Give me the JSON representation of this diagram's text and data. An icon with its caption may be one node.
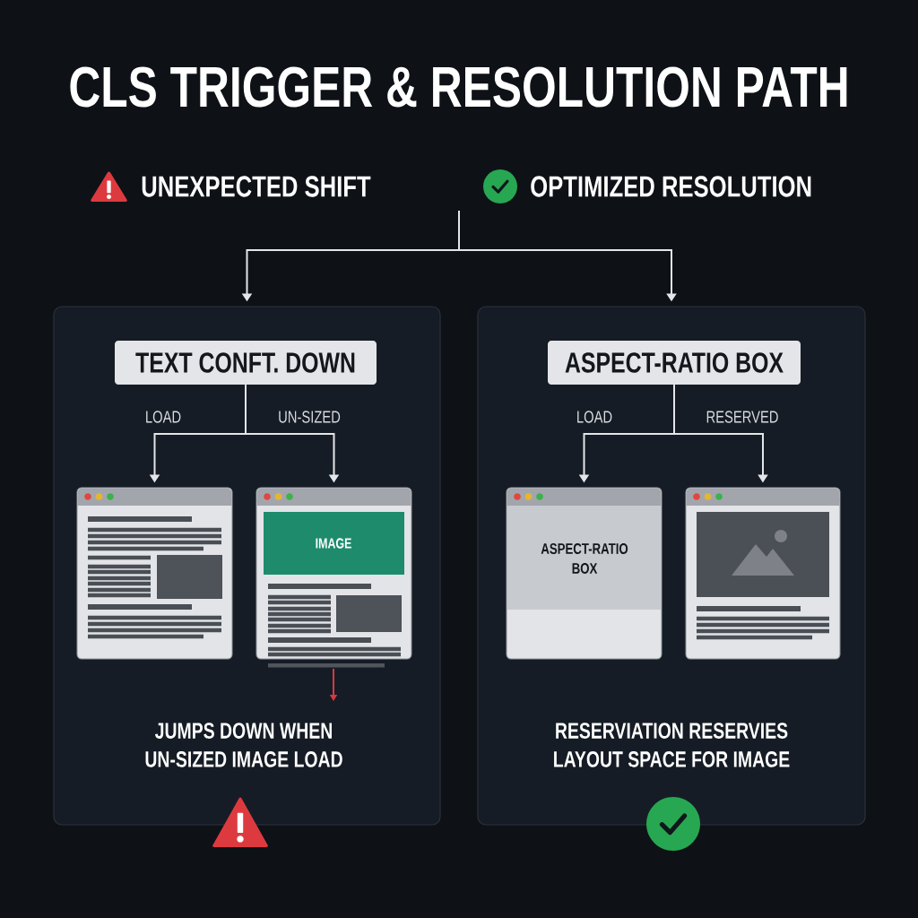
{
  "diagram": {
    "title": "CLS TRIGGER & RESOLUTION PATH",
    "nodes": [
      {
        "text": [
          "JUMPS DOWN WHEN UN-SIZED IMAGE LOAD"
        ]
      },
      {
        "text": [
          "TEXT CONFT. DOWN"
        ],
        "in": 0
      },
      {
        "text": [],
        "shape": "picture",
        "in": 0
      },
      {
        "text": [
          "IMAGE"
        ],
        "in": 0
      },
      {
        "text": [
          "RESERVIATION RESERVIES LAYOUT SPACE FOR IMAGE"
        ]
      },
      {
        "text": [
          "ASPECT-RATIO BOX"
        ],
        "in": 4
      },
      {
        "text": [
          "ASPECT-RATIO BOX"
        ],
        "in": 4
      },
      {
        "text": [],
        "shape": "picture",
        "in": 4
      }
    ],
    "edges": [
      {
        "from": null,
        "to": 0,
        "arrow": "to"
      },
      {
        "from": null,
        "to": 4,
        "arrow": "to"
      },
      {
        "from": 1,
        "to": 2,
        "arrow": "to",
        "label": "LOAD"
      },
      {
        "from": 1,
        "to": 3,
        "arrow": "to",
        "label": "UN-SIZED"
      },
      {
        "from": 5,
        "to": 6,
        "arrow": "to",
        "label": "LOAD"
      },
      {
        "from": 5,
        "to": 7,
        "arrow": "to",
        "label": "RESERVED"
      }
    ],
    "legend": [
      {
        "text": "UNEXPECTED SHIFT"
      },
      {
        "text": "OPTIMIZED RESOLUTION"
      }
    ]
  }
}
